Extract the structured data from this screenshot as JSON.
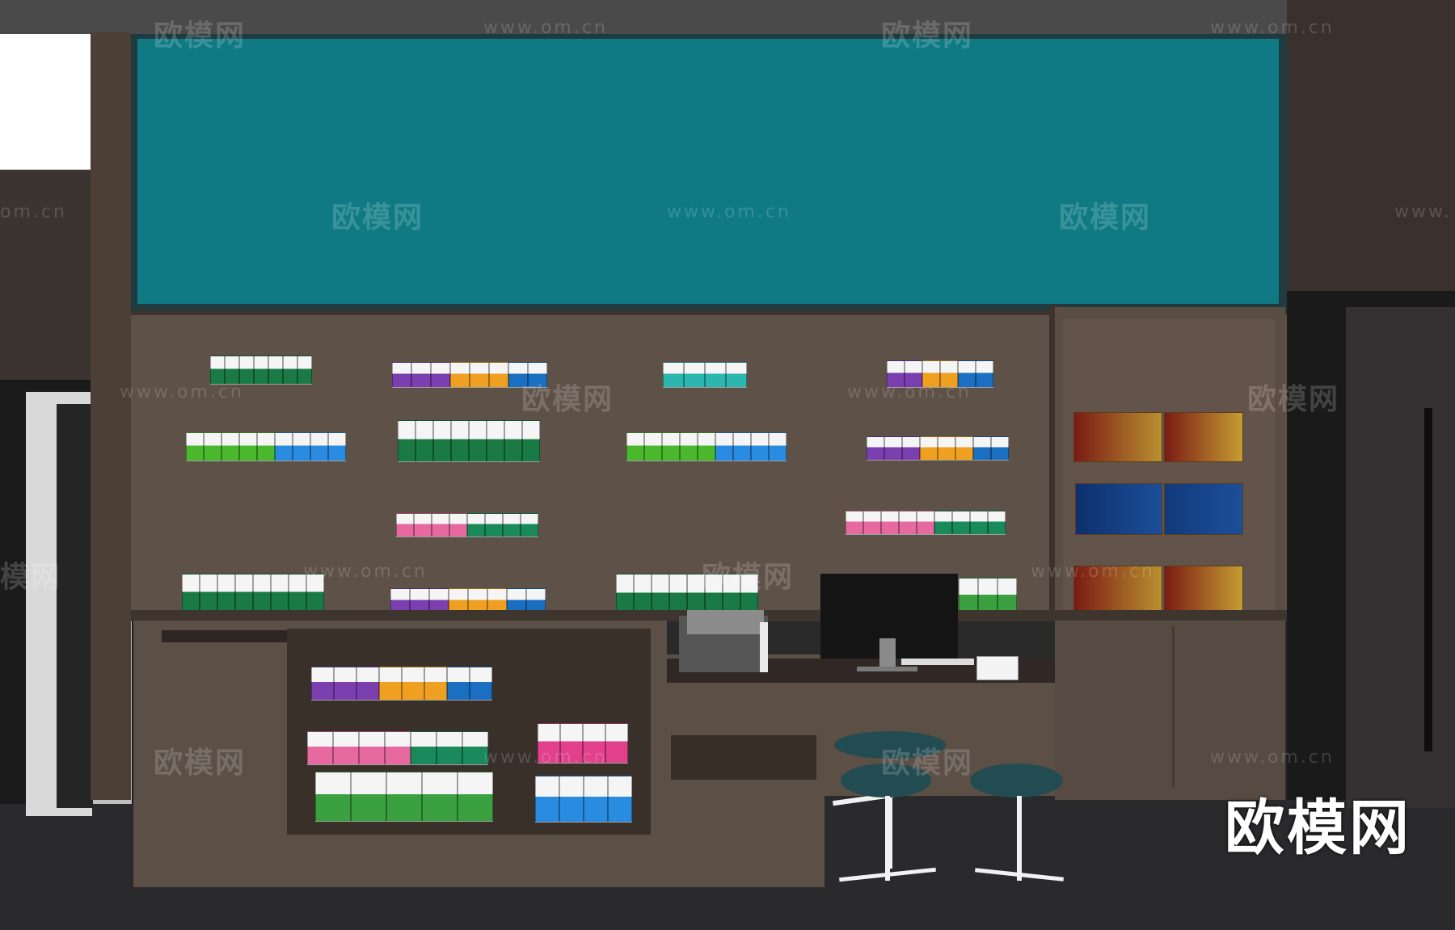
{
  "watermarks": {
    "brand": "欧模网",
    "url": "www.om.cn",
    "url_partial_left": "om.cn",
    "url_partial_right": "www.",
    "brand_partial_left": "模网"
  },
  "corner_brand": "欧模网",
  "monitor_text": "",
  "colors": {
    "board_teal": "#0f7a84",
    "wood_brown": "#5e5147",
    "dark_wood": "#3d332c",
    "stool_seat": "#234c52",
    "floor": "#2a2a2c"
  },
  "objects": [
    {
      "name": "display-board",
      "label": "teal signage panel"
    },
    {
      "name": "medicine-shelves",
      "label": "wall shelves with medicine boxes"
    },
    {
      "name": "gift-box-shelf",
      "label": "gift box display"
    },
    {
      "name": "counter",
      "label": "service counter"
    },
    {
      "name": "monitor",
      "label": "computer monitor"
    },
    {
      "name": "printer",
      "label": "receipt printer"
    },
    {
      "name": "stools",
      "label": "two swivel stools"
    }
  ]
}
